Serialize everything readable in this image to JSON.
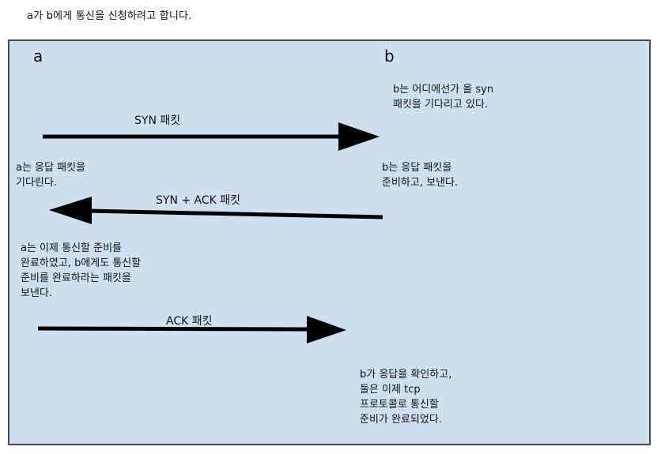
{
  "caption": "a가 b에게 통신을 신청하려고 합니다.",
  "actors": {
    "a": "a",
    "b": "b"
  },
  "notes": {
    "b_wait": [
      "b는 어디에선가 올 syn",
      "패킷을 기다리고 있다."
    ],
    "a_wait": [
      "a는 응답 패킷을",
      "기다린다."
    ],
    "b_reply": [
      "b는 응답 패킷을",
      "준비하고, 보낸다."
    ],
    "a_ready": [
      "a는 이제 통신할 준비를",
      "완료하였고, b에게도 통신할",
      "준비를 완료하라는 패킷을",
      "보낸다."
    ],
    "b_done": [
      "b가 응답을 확인하고,",
      "둘은 이제 tcp",
      "프로토콜로 통신할",
      "준비가 완료되었다."
    ]
  },
  "messages": [
    {
      "label": "SYN 패킷",
      "direction": "a-to-b"
    },
    {
      "label": "SYN + ACK 패킷",
      "direction": "b-to-a"
    },
    {
      "label": "ACK 패킷",
      "direction": "a-to-b"
    }
  ],
  "colors": {
    "panel_background": "#cddff0",
    "panel_border": "#4a4a4a",
    "arrow": "#000000",
    "text": "#111111"
  }
}
